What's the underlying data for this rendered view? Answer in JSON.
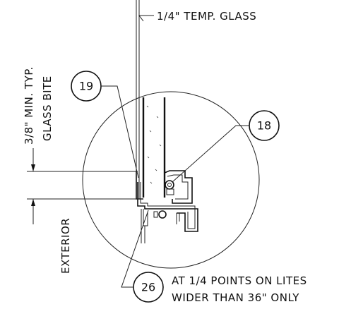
{
  "labels": {
    "glass": "1/4\" TEMP. GLASS",
    "min_typ": "3/8\" MIN. TYP.",
    "glass_bite": "GLASS BITE",
    "exterior": "EXTERIOR",
    "note_line1": "AT 1/4 POINTS ON LITES",
    "note_line2": "WIDER THAN 36\" ONLY"
  },
  "callouts": {
    "c19": "19",
    "c18": "18",
    "c26": "26"
  },
  "colors": {
    "ink": "#111111",
    "paper": "#ffffff"
  }
}
